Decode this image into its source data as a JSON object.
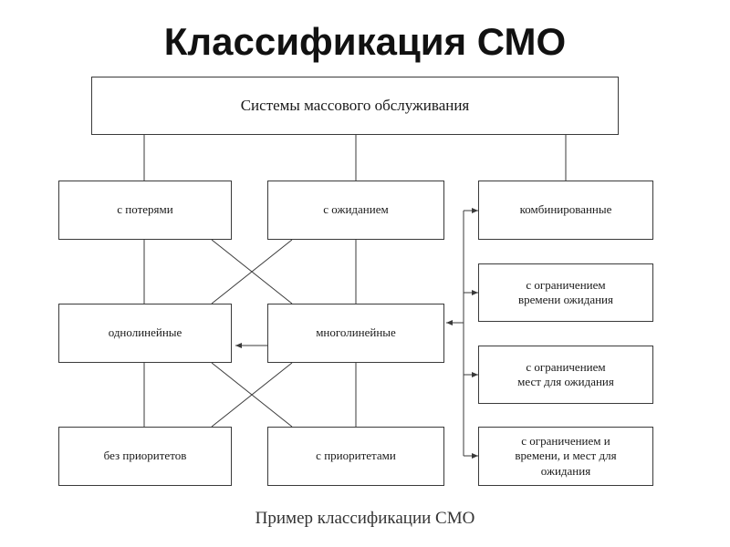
{
  "title": "Классификация СМО",
  "caption": "Пример классификации СМО",
  "nodes": {
    "root": "Системы массового обслуживания",
    "with_losses": "с потерями",
    "with_waiting": "с ожиданием",
    "combined": "комбинированные",
    "single_line": "однолинейные",
    "multi_line": "многолинейные",
    "no_priorities": "без приоритетов",
    "with_priorities": "с приоритетами",
    "limited_wait_time": "с ограничением\nвремени ожидания",
    "limited_wait_places": "с ограничением\nмест для ожидания",
    "limited_time_and_places": "с ограничением и\nвремени, и мест для\nожидания"
  },
  "colors": {
    "line": "#3a3a3a",
    "border": "#3a3a3a"
  }
}
